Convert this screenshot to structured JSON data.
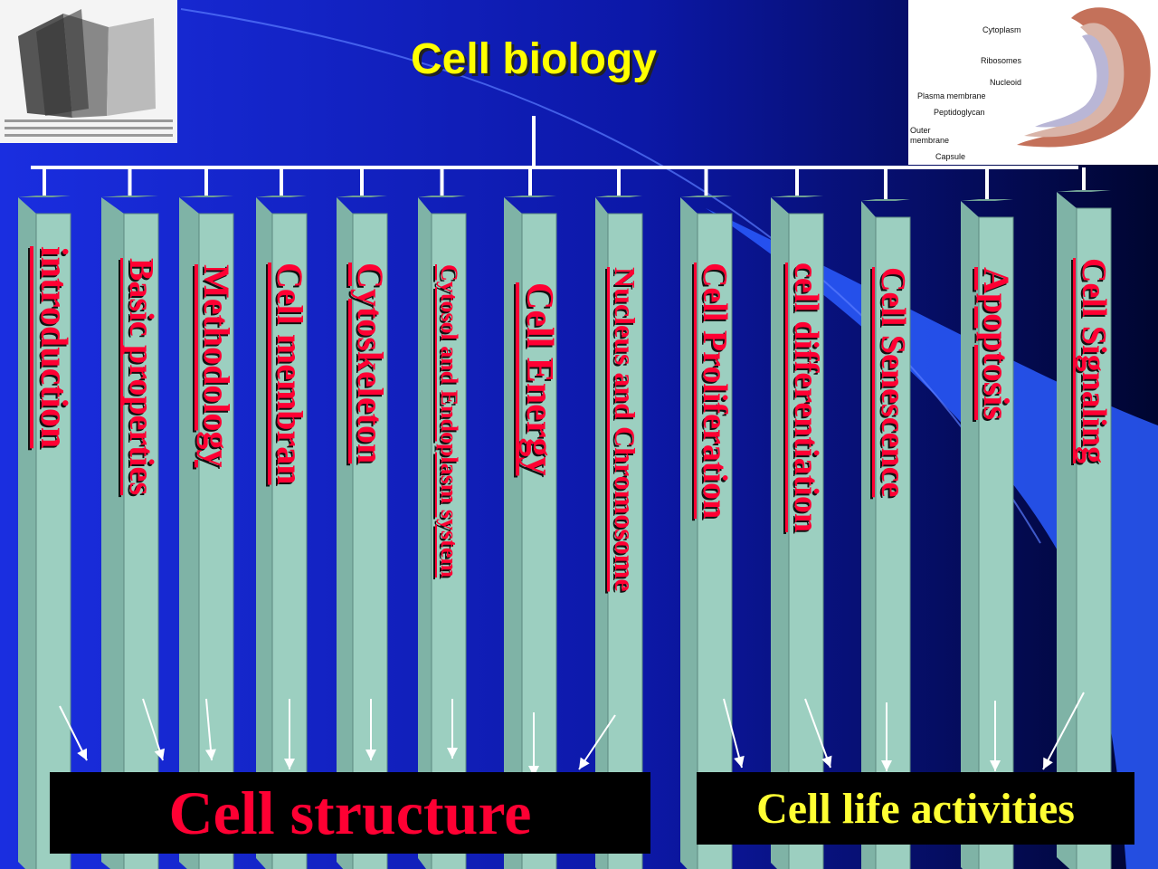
{
  "title": "Cell biology",
  "topics": [
    {
      "label": "introduction",
      "group": "structure"
    },
    {
      "label": "Basic properties",
      "group": "structure"
    },
    {
      "label": "Methodology",
      "group": "structure"
    },
    {
      "label": "Cell membran",
      "group": "structure"
    },
    {
      "label": "Cytoskeleton",
      "group": "structure"
    },
    {
      "label": "Cytosol and Endoplasm system",
      "group": "structure"
    },
    {
      "label": "Cell Energy",
      "group": "structure"
    },
    {
      "label": "Nucleus and Chromosome",
      "group": "structure"
    },
    {
      "label": "Cell Proliferation",
      "group": "activities"
    },
    {
      "label": "cell differentiation",
      "group": "activities"
    },
    {
      "label": "Cell Senescence",
      "group": "activities"
    },
    {
      "label": "Apoptosis",
      "group": "activities"
    },
    {
      "label": "Cell Signaling",
      "group": "activities"
    }
  ],
  "groups": {
    "structure": "Cell structure",
    "activities": "Cell life activities"
  },
  "cell_figure": {
    "labels": [
      "Cytoplasm",
      "Ribosomes",
      "Nucleoid",
      "Plasma membrane",
      "Peptidoglycan",
      "Outer membrane",
      "Capsule"
    ]
  },
  "colors": {
    "background": "#0a1ab8",
    "title": "#ffff00",
    "pillar_face": "#9ccfc0",
    "pillar_text": "#ff0033",
    "structure_text": "#ff0033",
    "activities_text": "#ffff33"
  }
}
